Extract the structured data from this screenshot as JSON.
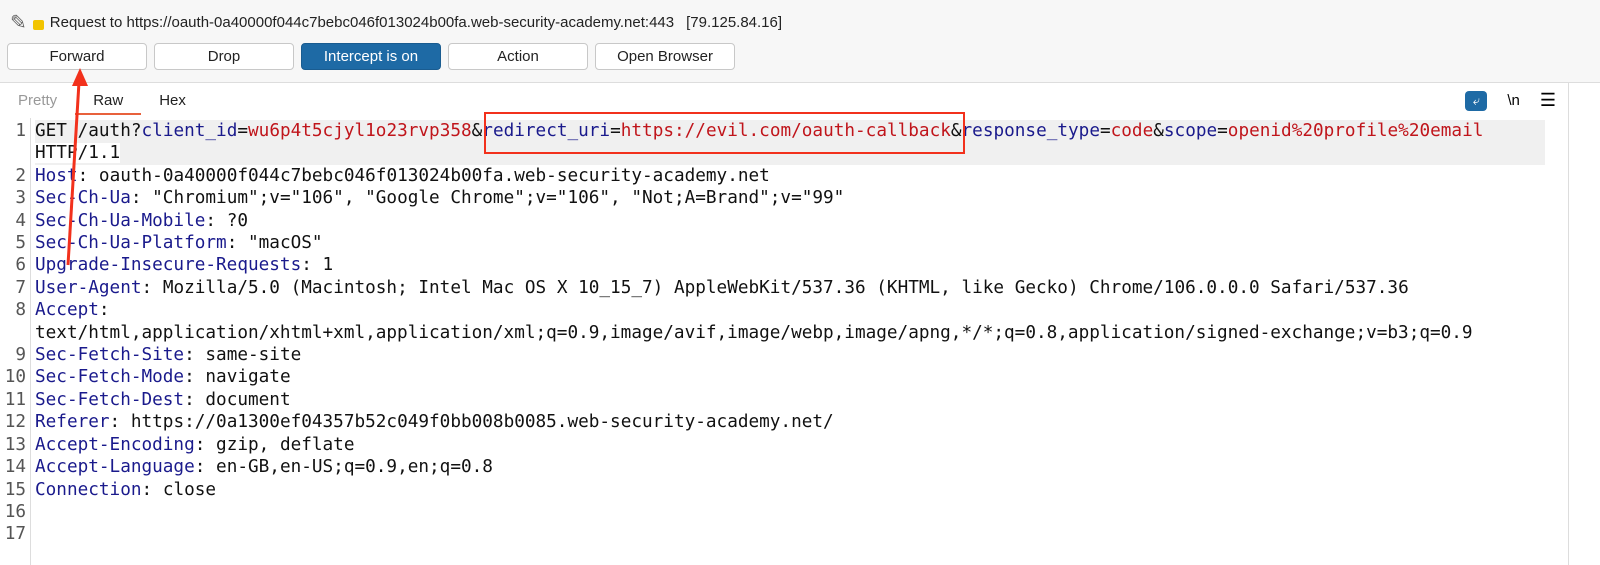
{
  "header": {
    "title": "Request to https://oauth-0a40000f044c7bebc046f013024b00fa.web-security-academy.net:443",
    "ip": "[79.125.84.16]",
    "icons": [
      "pencil-icon",
      "lock-icon"
    ]
  },
  "toolbar": {
    "forward": "Forward",
    "drop": "Drop",
    "intercept": "Intercept is on",
    "action": "Action",
    "open_browser": "Open Browser"
  },
  "tabs": {
    "pretty": "Pretty",
    "raw": "Raw",
    "hex": "Hex",
    "active": "Raw"
  },
  "tools": {
    "wrap_icon": "word-wrap-icon",
    "newline": "\\n",
    "menu_icon": "hamburger-menu-icon"
  },
  "colors": {
    "accent": "#1e6aa5",
    "annotation": "#f2311c",
    "key": "#1a1a8c",
    "param_value": "#c0151b"
  },
  "request_line": {
    "method": "GET",
    "path": "/auth?",
    "p1k": "client_id",
    "p1v": "wu6p4t5cjyl1o23rvp358",
    "p2k": "redirect_uri",
    "p2v": "https://evil.com/oauth-callback",
    "p3k": "response_type",
    "p3v": "code",
    "p4k": "scope",
    "p4v": "openid%20profile%20email",
    "version": "HTTP/1.1"
  },
  "headers": [
    {
      "n": "2",
      "k": "Host",
      "v": "oauth-0a40000f044c7bebc046f013024b00fa.web-security-academy.net"
    },
    {
      "n": "3",
      "k": "Sec-Ch-Ua",
      "v": "\"Chromium\";v=\"106\", \"Google Chrome\";v=\"106\", \"Not;A=Brand\";v=\"99\""
    },
    {
      "n": "4",
      "k": "Sec-Ch-Ua-Mobile",
      "v": "?0"
    },
    {
      "n": "5",
      "k": "Sec-Ch-Ua-Platform",
      "v": "\"macOS\""
    },
    {
      "n": "6",
      "k": "Upgrade-Insecure-Requests",
      "v": "1"
    },
    {
      "n": "7",
      "k": "User-Agent",
      "v": "Mozilla/5.0 (Macintosh; Intel Mac OS X 10_15_7) AppleWebKit/537.36 (KHTML, like Gecko) Chrome/106.0.0.0 Safari/537.36"
    },
    {
      "n": "8",
      "k": "Accept",
      "v": "text/html,application/xhtml+xml,application/xml;q=0.9,image/avif,image/webp,image/apng,*/*;q=0.8,application/signed-exchange;v=b3;q=0.9",
      "wrap": true
    },
    {
      "n": "9",
      "k": "Sec-Fetch-Site",
      "v": "same-site"
    },
    {
      "n": "10",
      "k": "Sec-Fetch-Mode",
      "v": "navigate"
    },
    {
      "n": "11",
      "k": "Sec-Fetch-Dest",
      "v": "document"
    },
    {
      "n": "12",
      "k": "Referer",
      "v": "https://0a1300ef04357b52c049f0bb008b0085.web-security-academy.net/"
    },
    {
      "n": "13",
      "k": "Accept-Encoding",
      "v": "gzip, deflate"
    },
    {
      "n": "14",
      "k": "Accept-Language",
      "v": "en-GB,en-US;q=0.9,en;q=0.8"
    },
    {
      "n": "15",
      "k": "Connection",
      "v": "close"
    },
    {
      "n": "16",
      "k": "",
      "v": ""
    },
    {
      "n": "17",
      "k": "",
      "v": ""
    }
  ]
}
